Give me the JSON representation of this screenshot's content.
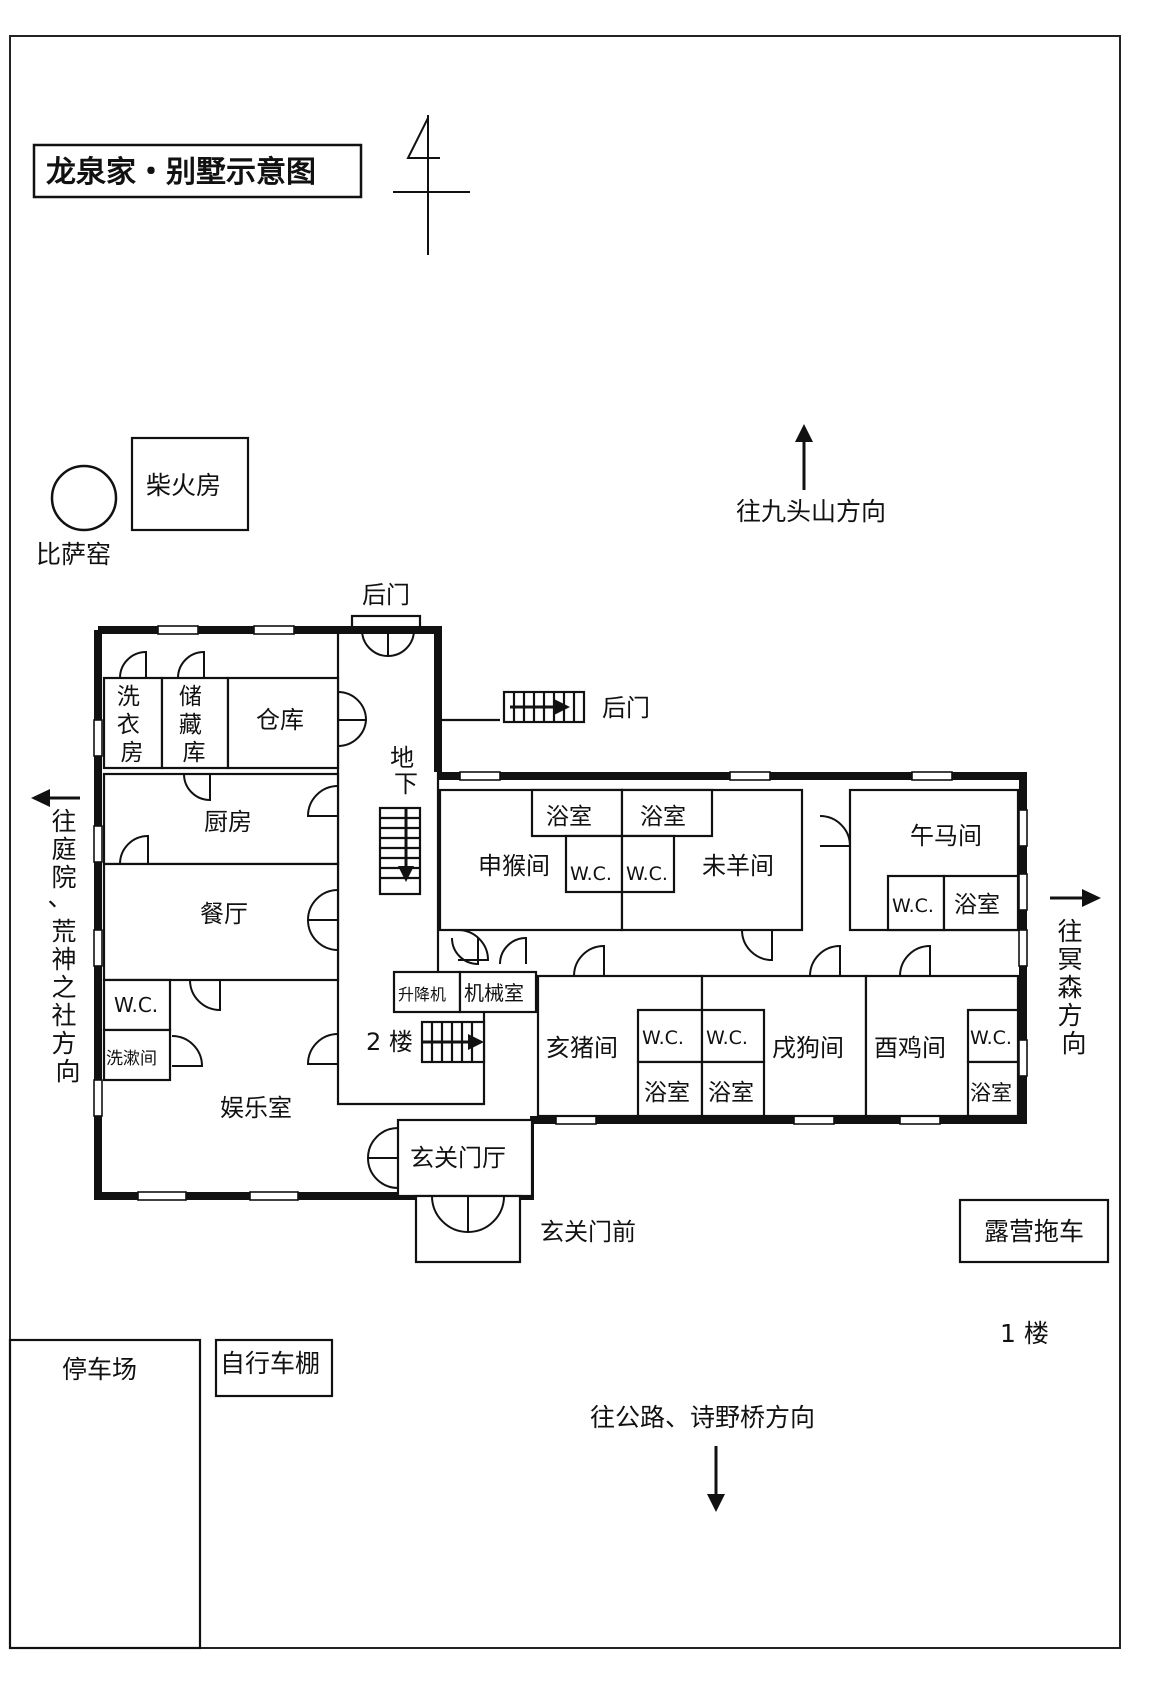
{
  "title": "龙泉家・别墅示意图",
  "floor_label": "1 楼",
  "outbuildings": {
    "firewood": "柴火房",
    "pizza_oven": "比萨窑",
    "parking": "停车场",
    "bike_shed": "自行车棚",
    "camper": "露营拖车"
  },
  "directions": {
    "north": "往九头山方向",
    "west": [
      "往",
      "庭",
      "院",
      "、",
      "荒",
      "神",
      "之",
      "社",
      "方",
      "向"
    ],
    "east": [
      "往",
      "冥",
      "森",
      "方",
      "向"
    ],
    "south": "往公路、诗野桥方向"
  },
  "doors": {
    "back_door_top": "后门",
    "back_door_right": "后门",
    "front_porch": "玄关门前"
  },
  "rooms": {
    "laundry": [
      "洗",
      "衣",
      "房"
    ],
    "storage": [
      "储",
      "藏",
      "库"
    ],
    "warehouse": "仓库",
    "basement": [
      "地",
      "下"
    ],
    "kitchen": "厨房",
    "dining": "餐厅",
    "wc_west": "W.C.",
    "washroom": "洗漱间",
    "recreation": "娱乐室",
    "lift": "升降机",
    "machine": "机械室",
    "second_floor": "2 楼",
    "entrance_hall": "玄关门厅",
    "monkey": "申猴间",
    "sheep": "未羊间",
    "horse": "午马间",
    "pig": "亥猪间",
    "dog": "戌狗间",
    "rooster": "酉鸡间",
    "wc": "W.C.",
    "bath": "浴室"
  }
}
